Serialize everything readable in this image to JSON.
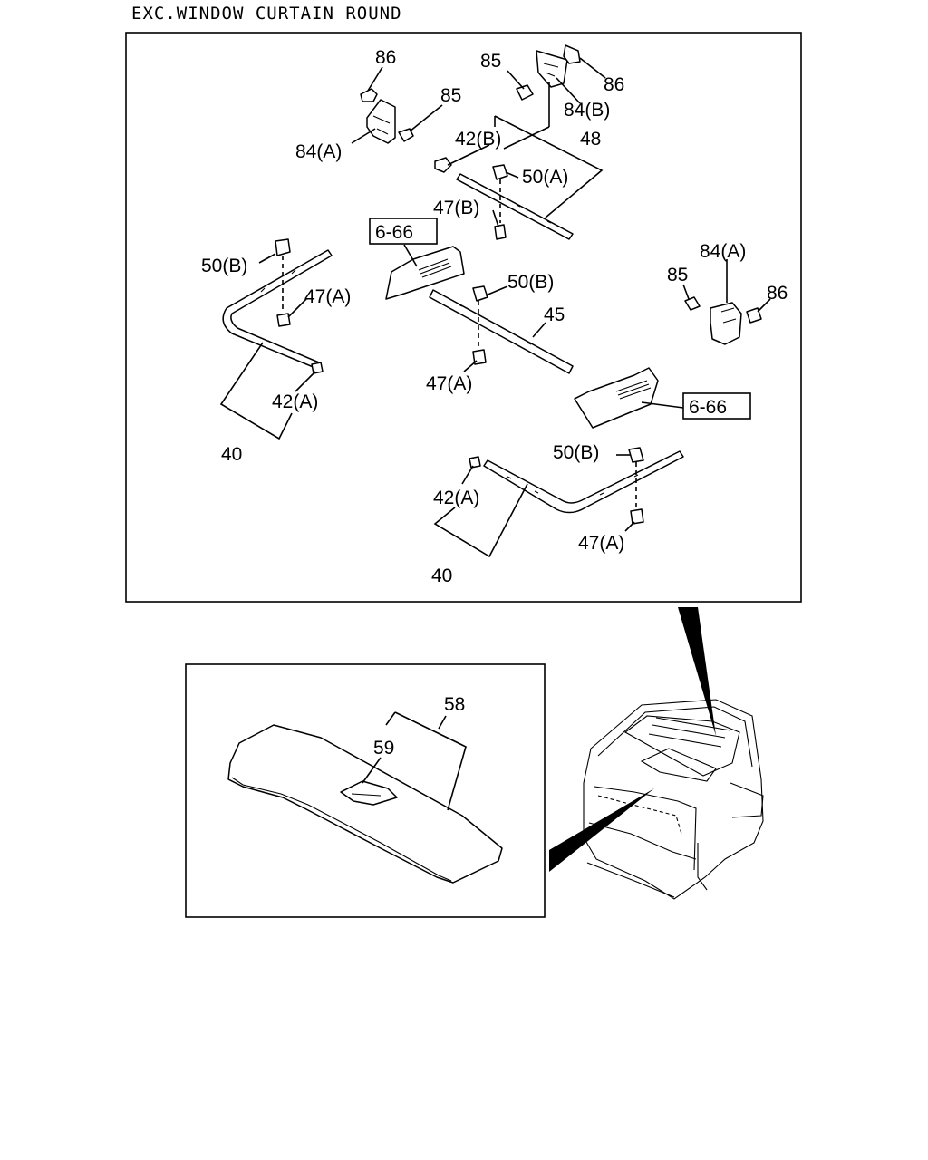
{
  "heading": "EXC.WINDOW CURTAIN ROUND",
  "callouts": {
    "c86_a": "86",
    "c85_a": "85",
    "c84a_a": "84(A)",
    "c85_b": "85",
    "c86_b": "86",
    "c84b": "84(B)",
    "c42b": "42(B)",
    "c48": "48",
    "c50a": "50(A)",
    "c47b": "47(B)",
    "c50b_a": "50(B)",
    "c47a_a": "47(A)",
    "c42a_a": "42(A)",
    "c40_a": "40",
    "c50b_b": "50(B)",
    "c45": "45",
    "c47a_b": "47(A)",
    "c84a_b": "84(A)",
    "c85_c": "85",
    "c86_c": "86",
    "c50b_c": "50(B)",
    "c42a_b": "42(A)",
    "c47a_c": "47(A)",
    "c40_b": "40",
    "c58": "58",
    "c59": "59"
  },
  "refs": {
    "ref1": "6-66",
    "ref2": "6-66"
  }
}
